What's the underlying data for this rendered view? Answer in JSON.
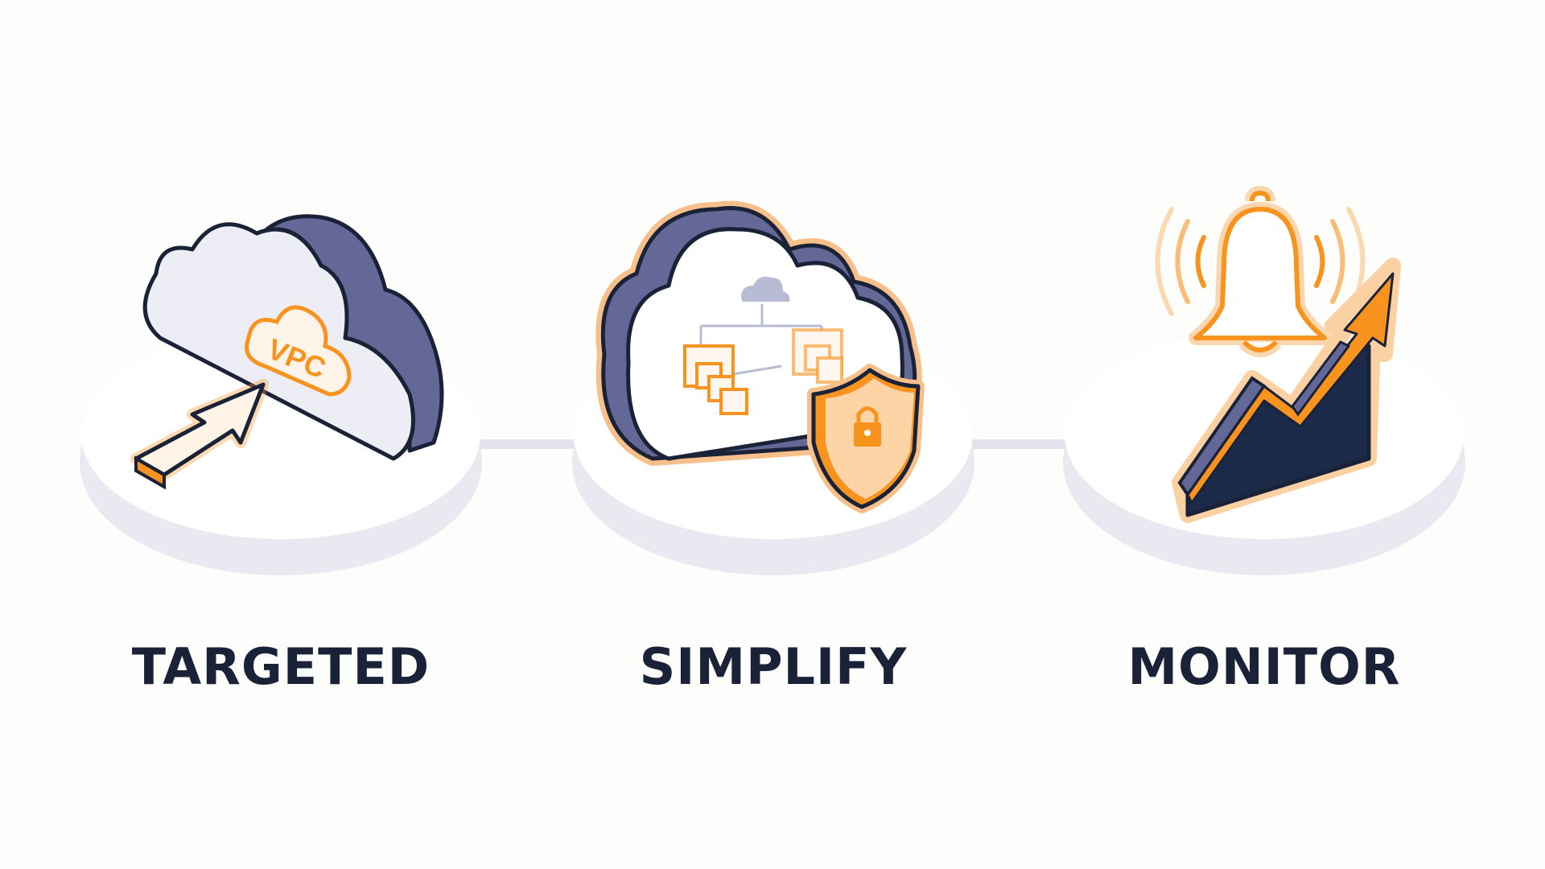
{
  "steps": [
    {
      "label": "TARGETED",
      "icon": "cloud-vpc-cursor-icon",
      "badge": "VPC"
    },
    {
      "label": "SIMPLIFY",
      "icon": "cloud-hierarchy-shield-icon"
    },
    {
      "label": "MONITOR",
      "icon": "bell-trend-arrow-icon"
    }
  ],
  "colors": {
    "accent": "#f7931e",
    "navy": "#1a2238",
    "purple": "#646896",
    "cloud": "#ecedf5",
    "platform": "#ffffff"
  }
}
